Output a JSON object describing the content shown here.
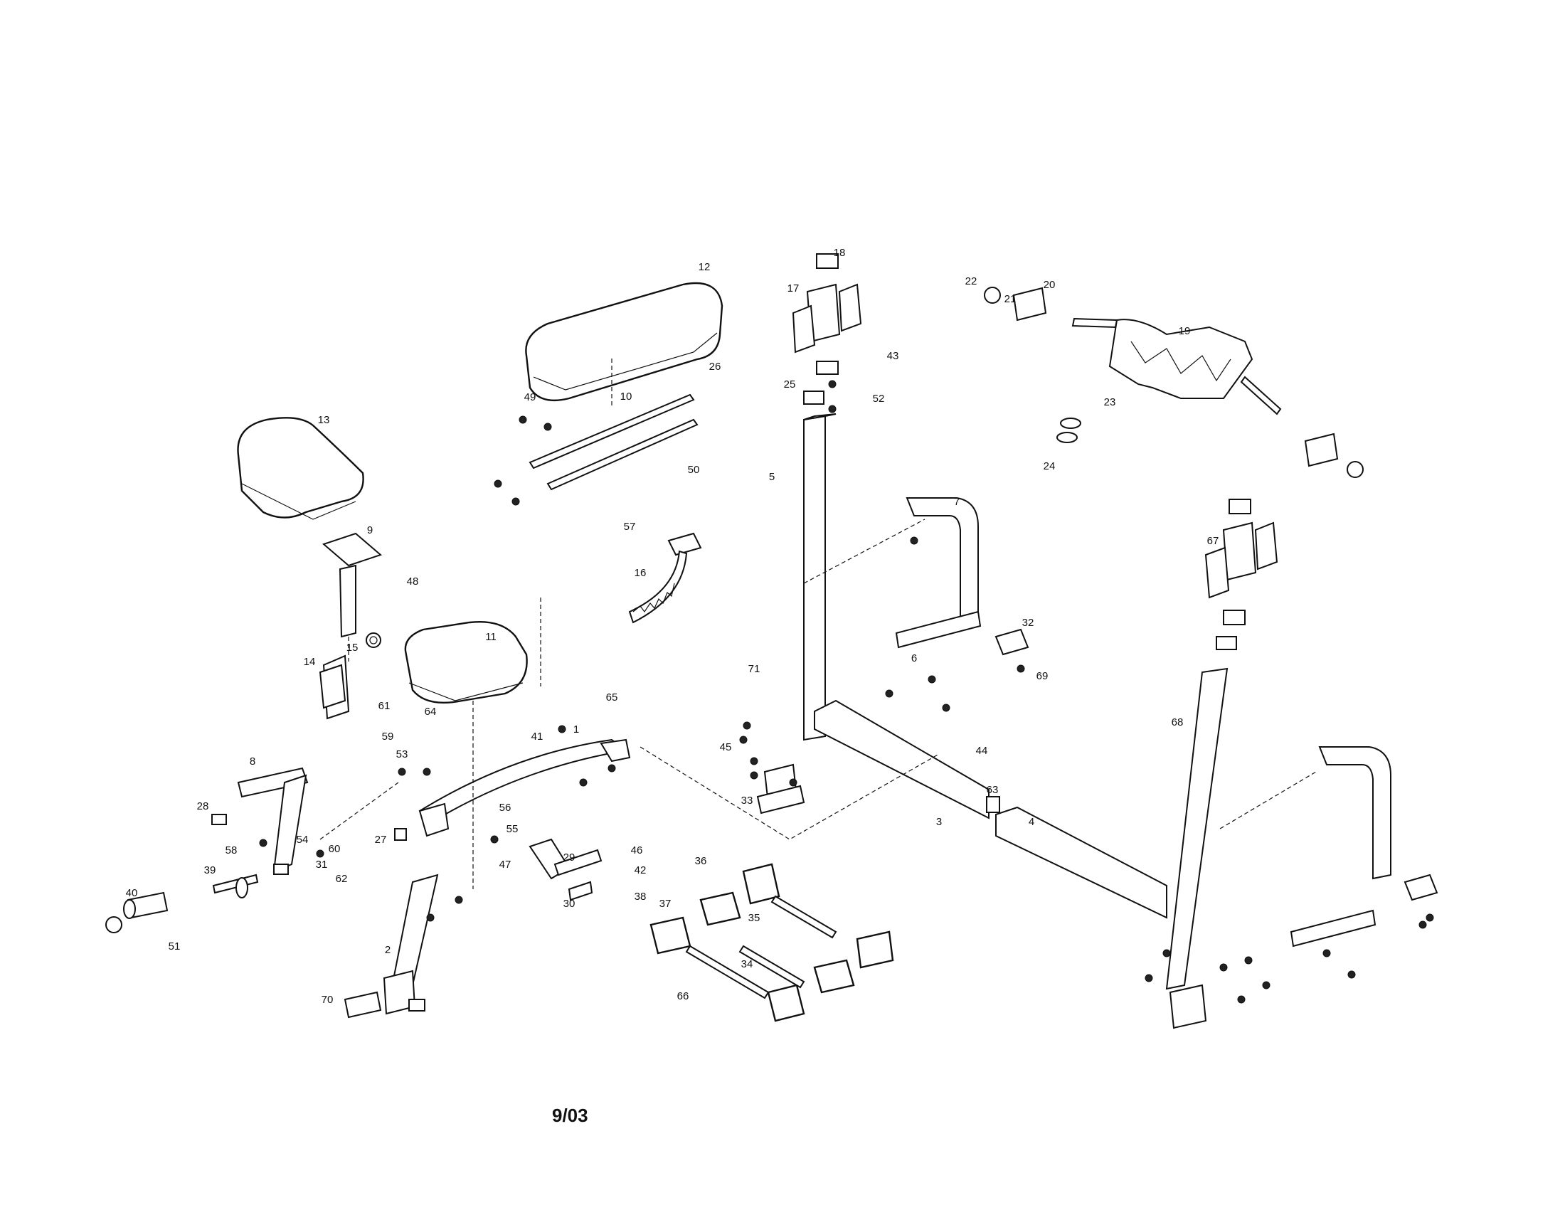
{
  "document": {
    "date_code": "9/03"
  },
  "part_callouts": [
    "1",
    "2",
    "3",
    "4",
    "5",
    "6",
    "7",
    "8",
    "9",
    "10",
    "11",
    "12",
    "13",
    "14",
    "15",
    "16",
    "17",
    "18",
    "19",
    "20",
    "21",
    "22",
    "23",
    "24",
    "25",
    "26",
    "27",
    "28",
    "29",
    "30",
    "31",
    "32",
    "33",
    "34",
    "35",
    "36",
    "37",
    "38",
    "39",
    "40",
    "41",
    "42",
    "43",
    "44",
    "45",
    "46",
    "47",
    "48",
    "49",
    "50",
    "51",
    "52",
    "53",
    "54",
    "55",
    "56",
    "57",
    "58",
    "59",
    "60",
    "61",
    "62",
    "63",
    "64",
    "65",
    "66",
    "67",
    "68",
    "69",
    "70",
    "71"
  ]
}
